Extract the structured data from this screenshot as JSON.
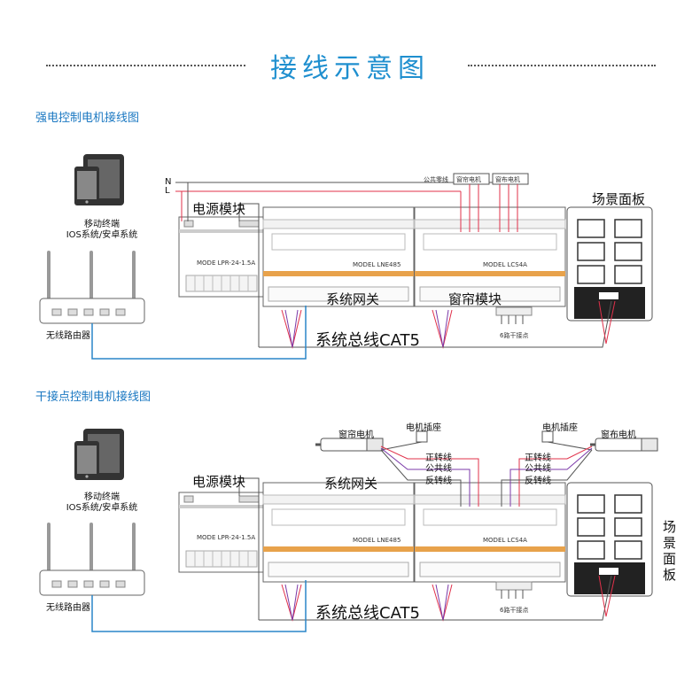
{
  "title": "接线示意图",
  "sections": [
    {
      "heading": "强电控制电机接线图",
      "terminal_label": "移动终端",
      "terminal_os": "IOS系统/安卓系统",
      "router_label": "无线路由器",
      "power_module": "电源模块",
      "gateway": "系统网关",
      "curtain_module": "窗帘模块",
      "bus": "系统总线CAT5",
      "scene_panel": "场景面板",
      "dry_contact": "6路干接点",
      "line_n": "N",
      "line_l": "L",
      "motor1": "窗帘电机",
      "motor2": "窗布电机",
      "common_line": "公共零线",
      "model_power": "MODE LPR-24-1.5A",
      "model_gateway": "MODEL LNE485",
      "model_curtain": "MODEL LCS4A"
    },
    {
      "heading": "干接点控制电机接线图",
      "terminal_label": "移动终端",
      "terminal_os": "IOS系统/安卓系统",
      "router_label": "无线路由器",
      "power_module": "电源模块",
      "gateway": "系统网关",
      "bus": "系统总线CAT5",
      "scene_panel": "场景面板",
      "dry_contact": "6路干接点",
      "motor_left": "窗帘电机",
      "motor_right": "窗布电机",
      "socket_left": "电机插座",
      "socket_right": "电机插座",
      "forward": "正转线",
      "common": "公共线",
      "reverse": "反转线",
      "model_power": "MODE LPR-24-1.5A",
      "model_gateway": "MODEL LNE485",
      "model_curtain": "MODEL LCS4A"
    }
  ],
  "colors": {
    "title": "#1f8fcf",
    "heading": "#1b78c2",
    "router_wire": "#2a86c8",
    "red_wire": "#e0304a",
    "purple_wire": "#7b3aa8"
  }
}
